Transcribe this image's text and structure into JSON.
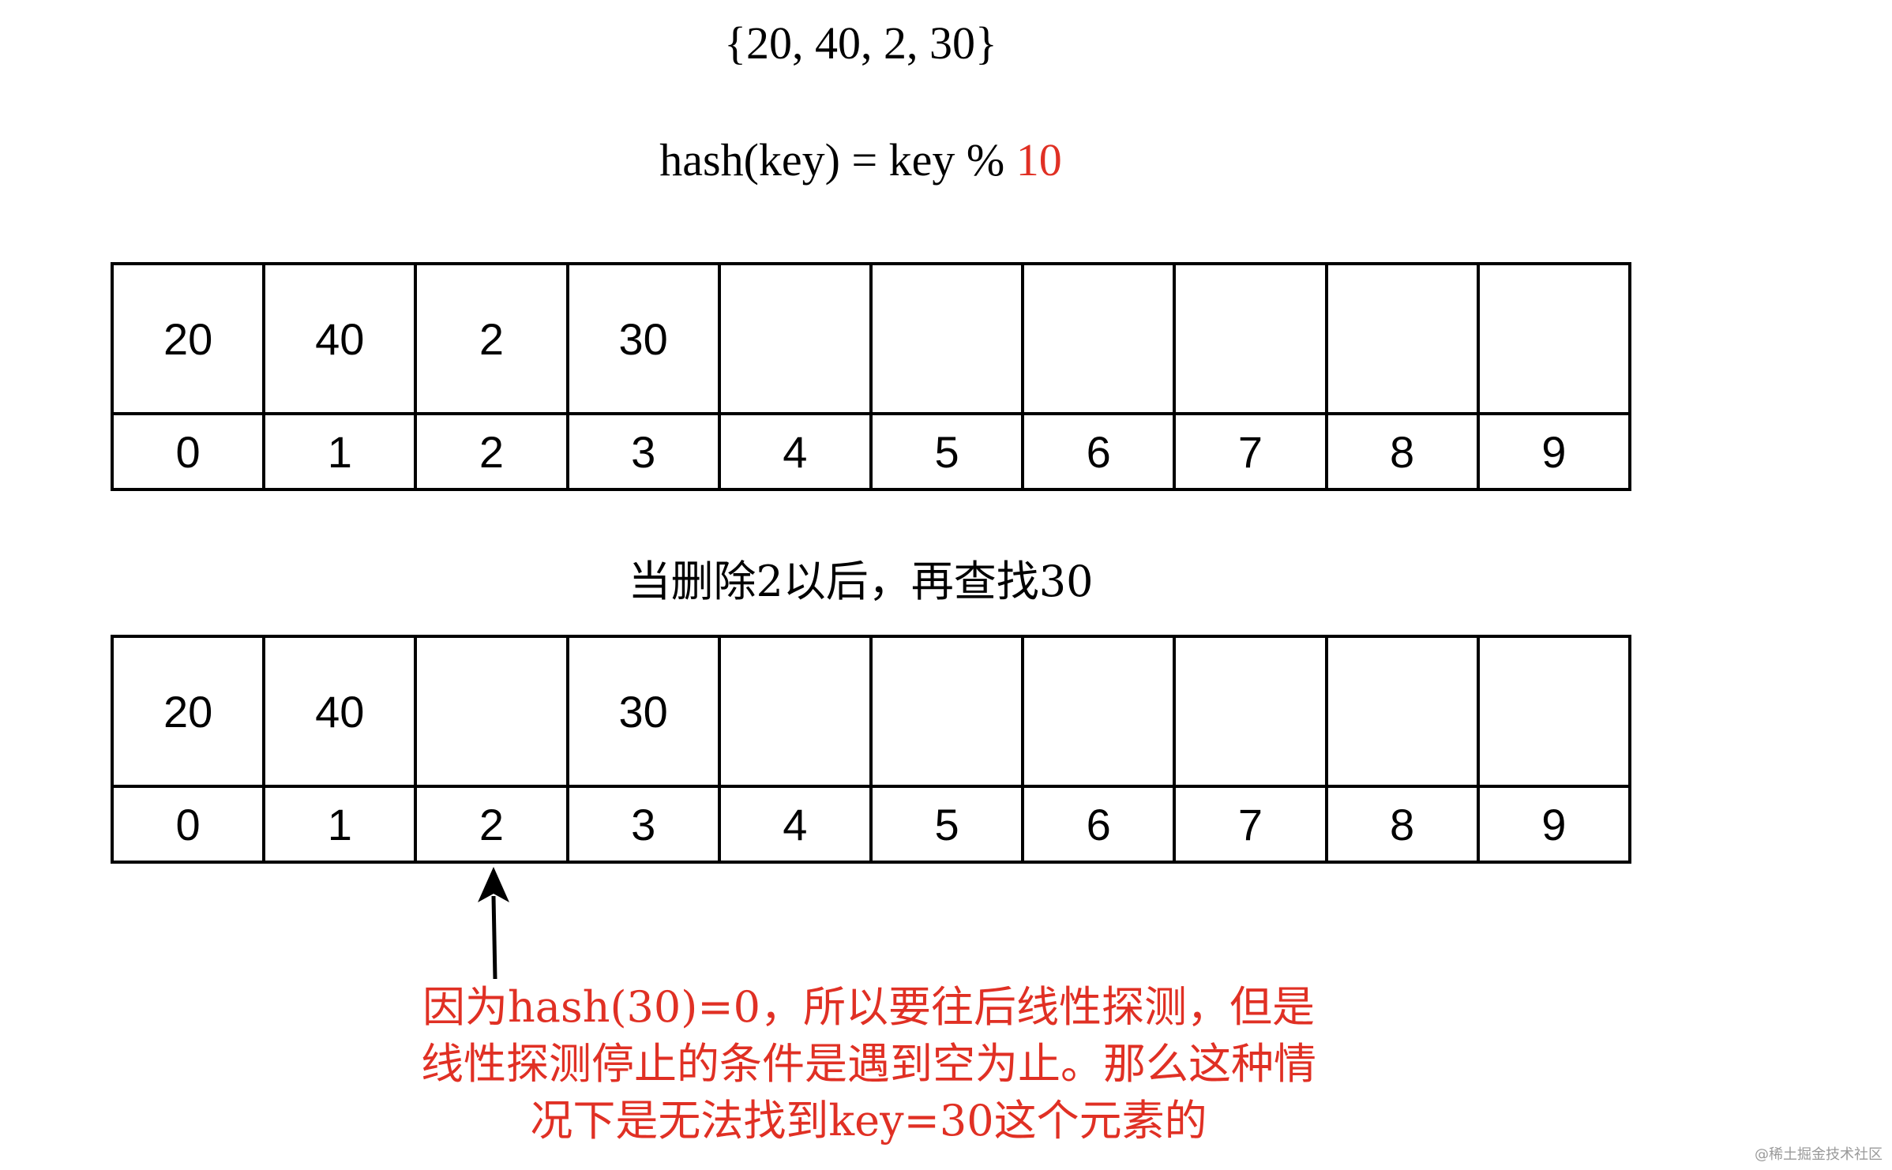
{
  "header": {
    "set_text": "{20, 40, 2, 30}",
    "formula_prefix": "hash(key) = key % ",
    "formula_mod": "10"
  },
  "table_before": {
    "values": [
      "20",
      "40",
      "2",
      "30",
      "",
      "",
      "",
      "",
      "",
      ""
    ],
    "indices": [
      "0",
      "1",
      "2",
      "3",
      "4",
      "5",
      "6",
      "7",
      "8",
      "9"
    ]
  },
  "caption_after": "当删除2以后，再查找30",
  "table_after": {
    "values": [
      "20",
      "40",
      "",
      "30",
      "",
      "",
      "",
      "",
      "",
      ""
    ],
    "indices": [
      "0",
      "1",
      "2",
      "3",
      "4",
      "5",
      "6",
      "7",
      "8",
      "9"
    ]
  },
  "note": {
    "lines": [
      "因为hash(30)=0，所以要往后线性探测，但是",
      "线性探测停止的条件是遇到空为止。那么这种情",
      "况下是无法找到key=30这个元素的"
    ],
    "color": "#e03024"
  },
  "watermark": "@稀土掘金技术社区"
}
